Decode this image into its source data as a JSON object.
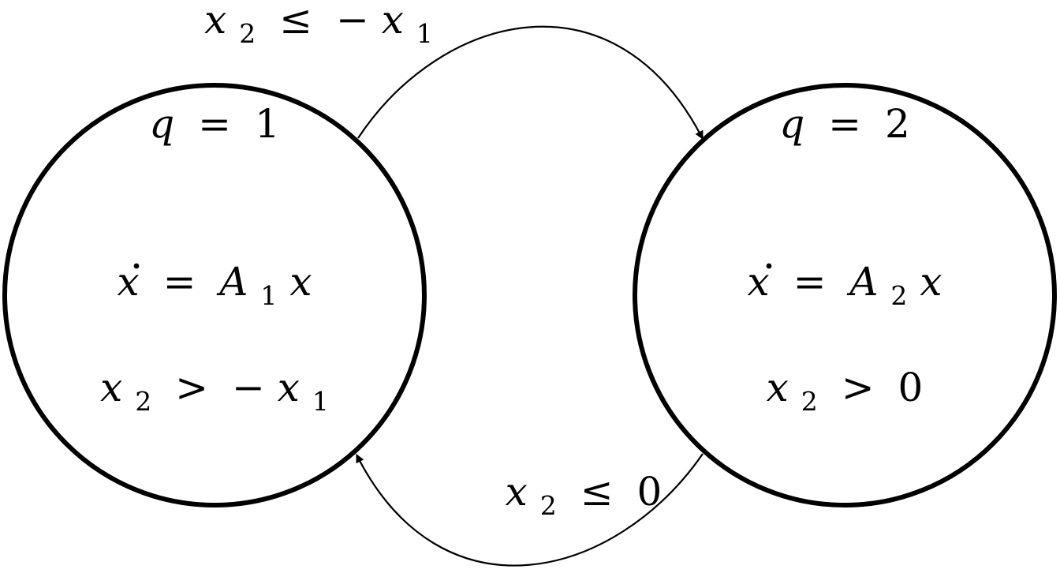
{
  "states": [
    {
      "mode": {
        "var": "q",
        "eq": "=",
        "value": "1"
      },
      "dynamics": {
        "lhs": "x",
        "eq": "=",
        "mat": "A",
        "mat_sub": "1",
        "rhs": "x"
      },
      "invariant": {
        "var": "x",
        "sub": "2",
        "op": ">",
        "neg": "−",
        "rvar": "x",
        "rsub": "1"
      }
    },
    {
      "mode": {
        "var": "q",
        "eq": "=",
        "value": "2"
      },
      "dynamics": {
        "lhs": "x",
        "eq": "=",
        "mat": "A",
        "mat_sub": "2",
        "rhs": "x"
      },
      "invariant": {
        "var": "x",
        "sub": "2",
        "op": ">",
        "value": "0"
      }
    }
  ],
  "transitions": [
    {
      "from": "q=1",
      "to": "q=2",
      "guard": {
        "var": "x",
        "sub": "2",
        "op": "≤",
        "neg": "−",
        "rvar": "x",
        "rsub": "1"
      }
    },
    {
      "from": "q=2",
      "to": "q=1",
      "guard": {
        "var": "x",
        "sub": "2",
        "op": "≤",
        "value": "0"
      }
    }
  ]
}
